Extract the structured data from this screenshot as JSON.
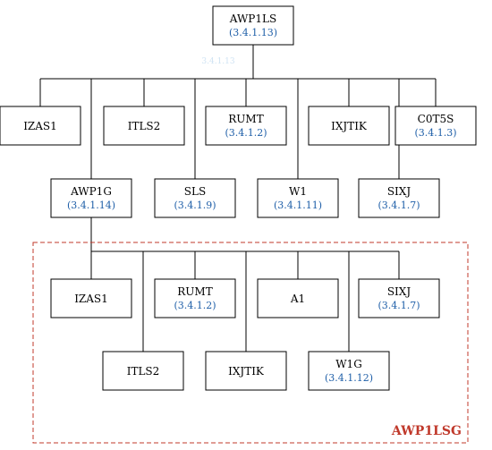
{
  "colors": {
    "code": "#1f5fa8",
    "frame": "#c0392b",
    "frame_label": "#c0392b",
    "line": "#000000"
  },
  "root": {
    "name": "AWP1LS",
    "code": "(3.4.1.13)"
  },
  "watermark": "3.4.1.13",
  "level1": [
    {
      "name": "IZAS1",
      "code": ""
    },
    {
      "name": "ITLS2",
      "code": ""
    },
    {
      "name": "RUMT",
      "code": "(3.4.1.2)"
    },
    {
      "name": "IXJTIK",
      "code": ""
    },
    {
      "name": "C0T5S",
      "code": "(3.4.1.3)"
    }
  ],
  "level2": [
    {
      "name": "AWP1G",
      "code": "(3.4.1.14)"
    },
    {
      "name": "SLS",
      "code": "(3.4.1.9)"
    },
    {
      "name": "W1",
      "code": "(3.4.1.11)"
    },
    {
      "name": "SIXJ",
      "code": "(3.4.1.7)"
    }
  ],
  "group": {
    "label": "AWP1LSG",
    "upper": [
      {
        "name": "IZAS1",
        "code": ""
      },
      {
        "name": "RUMT",
        "code": "(3.4.1.2)"
      },
      {
        "name": "A1",
        "code": ""
      },
      {
        "name": "SIXJ",
        "code": "(3.4.1.7)"
      }
    ],
    "lower": [
      {
        "name": "ITLS2",
        "code": ""
      },
      {
        "name": "IXJTIK",
        "code": ""
      },
      {
        "name": "W1G",
        "code": "(3.4.1.12)"
      }
    ]
  }
}
